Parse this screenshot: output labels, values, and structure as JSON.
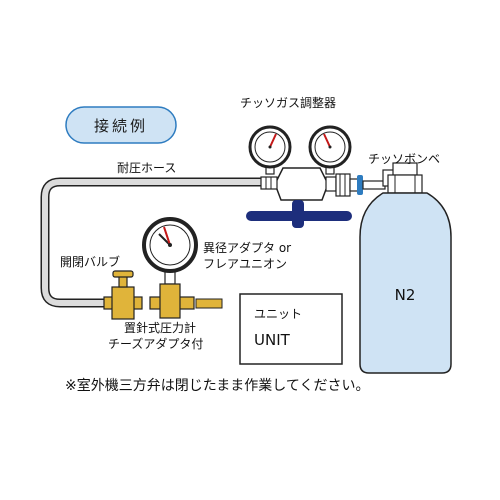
{
  "title": "接続例",
  "labels": {
    "regulator": "チッソガス調整器",
    "hose": "耐圧ホース",
    "cylinder": "チッソボンベ",
    "valve": "開閉バルブ",
    "adapter_line1": "異径アダプタ or",
    "adapter_line2": "フレアユニオン",
    "gauge_line1": "置針式圧力計",
    "gauge_line2": "チーズアダプタ付",
    "unit_line1": "ユニット",
    "unit_line2": "UNIT",
    "cylinder_gas": "N2"
  },
  "note": "※室外機三方弁は閉じたまま作業してください。",
  "colors": {
    "title_bubble_fill": "#cfe3f4",
    "title_bubble_stroke": "#2e7cc0",
    "cylinder_fill": "#cfe3f4",
    "brass": "#e0b43a",
    "handle_navy": "#1d2e7c",
    "hose": "#dcdcdc",
    "needle_red": "#c41818"
  }
}
